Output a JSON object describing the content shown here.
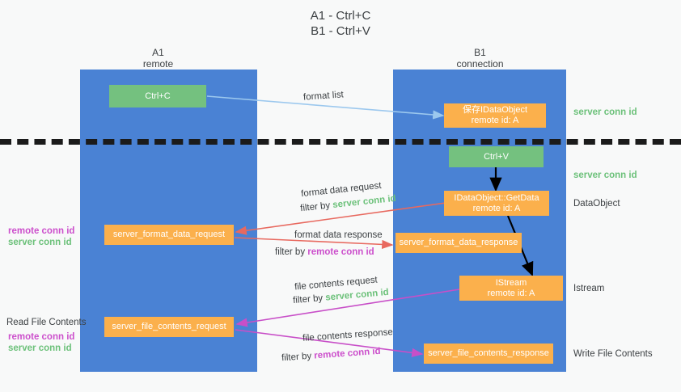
{
  "title": {
    "line1": "A1 - Ctrl+C",
    "line2": "B1 - Ctrl+V"
  },
  "panels": [
    {
      "name": "A1",
      "sub": "remote"
    },
    {
      "name": "B1",
      "sub": "connection"
    }
  ],
  "nodes": {
    "ctrl_c": {
      "label": "Ctrl+C",
      "color": "#74c17f"
    },
    "ctrl_v": {
      "label": "Ctrl+V",
      "color": "#74c17f"
    },
    "save_dataobject": {
      "line1": "保存IDataObject",
      "line2": "remote id: A",
      "color": "#fbb04c"
    },
    "getdata": {
      "line1": "IDataObject::GetData",
      "line2": "remote id: A",
      "color": "#fbb04c"
    },
    "istream": {
      "line1": "IStream",
      "line2": "remote id: A",
      "color": "#fbb04c"
    },
    "server_format_data_request": {
      "label": "server_format_data_request",
      "color": "#fbb04c"
    },
    "server_format_data_response": {
      "label": "server_format_data_response",
      "color": "#fbb04c"
    },
    "server_file_contents_request": {
      "label": "server_file_contents_request",
      "color": "#fbb04c"
    },
    "server_file_contents_response": {
      "label": "server_file_contents_response",
      "color": "#fbb04c"
    }
  },
  "arrow_labels": {
    "format_list": "format list",
    "format_data_request": "format data request",
    "format_data_request_filter_prefix": "filter by ",
    "format_data_request_filter_value": "server conn id",
    "format_data_response": "format data response",
    "format_data_response_filter_prefix": "filter by ",
    "format_data_response_filter_value": "remote conn id",
    "file_contents_request": "file contents request",
    "file_contents_request_filter_prefix": "filter by ",
    "file_contents_request_filter_value": "server conn id",
    "file_contents_response": "file contents response",
    "file_contents_response_filter_prefix": "filter by ",
    "file_contents_response_filter_value": "remote conn id"
  },
  "right_labels": {
    "server_conn_id_1": "server conn id",
    "server_conn_id_2": "server conn id",
    "dataobject": "DataObject",
    "istream": "Istream",
    "write_file_contents": "Write File Contents"
  },
  "left_labels": {
    "remote_conn_id_1": "remote conn id",
    "server_conn_id_1": "server conn id",
    "read_file_contents": "Read File Contents",
    "remote_conn_id_2": "remote conn id",
    "server_conn_id_2": "server conn id"
  },
  "colors": {
    "panel_blue": "#4a82d4",
    "node_green": "#74c17f",
    "node_orange": "#fbb04c",
    "text_green": "#6cc17a",
    "text_magenta": "#cc4fcc",
    "arrow_lightblue": "#9cc8ee",
    "arrow_red": "#e8695f",
    "arrow_magenta": "#c84fc8",
    "arrow_black": "#000000",
    "background": "#f8f9f9"
  }
}
